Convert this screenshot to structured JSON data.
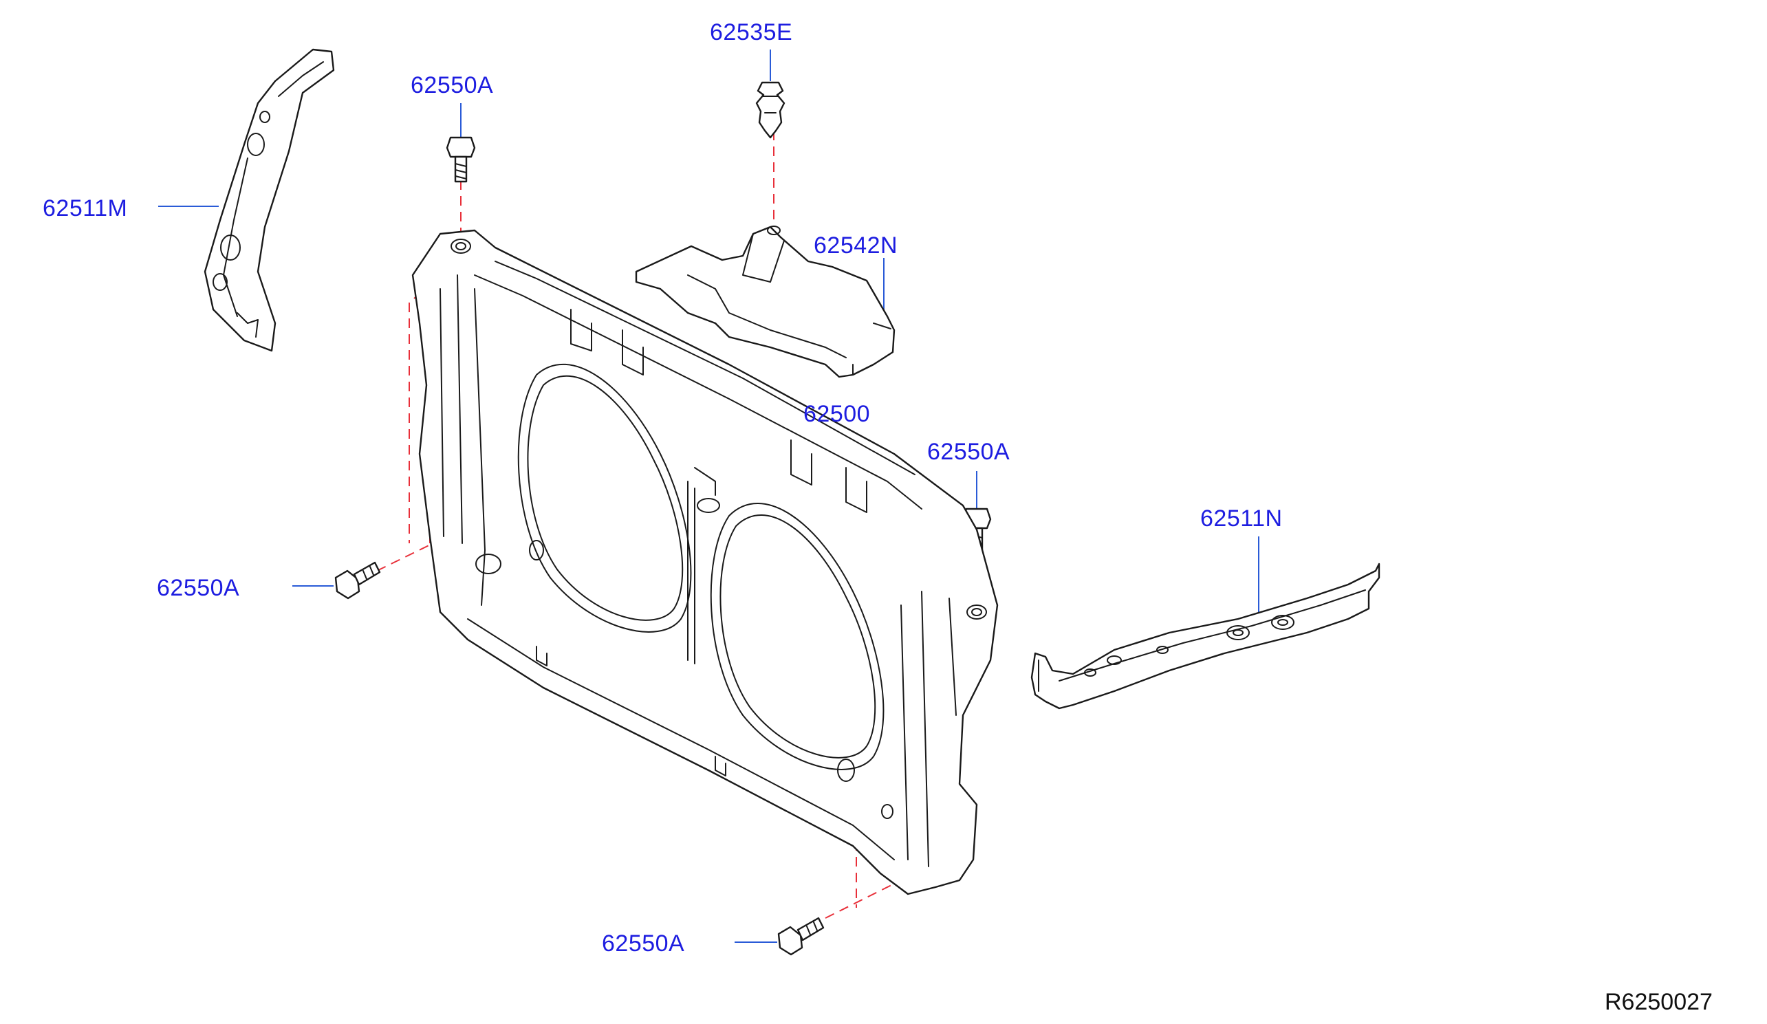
{
  "diagram": {
    "callouts": [
      {
        "id": "c1",
        "label": "62535E"
      },
      {
        "id": "c2",
        "label": "62550A"
      },
      {
        "id": "c3",
        "label": "62511M"
      },
      {
        "id": "c4",
        "label": "62542N"
      },
      {
        "id": "c5",
        "label": "62500"
      },
      {
        "id": "c6",
        "label": "62550A"
      },
      {
        "id": "c7",
        "label": "62511N"
      },
      {
        "id": "c8",
        "label": "62550A"
      },
      {
        "id": "c9",
        "label": "62550A"
      }
    ],
    "reference_code": "R6250027",
    "colors": {
      "callout_text": "#1d1de0",
      "leader_line": "#2a5bd7",
      "dashed_guide": "#e8303a",
      "part_outline": "#1a1a1a"
    }
  }
}
